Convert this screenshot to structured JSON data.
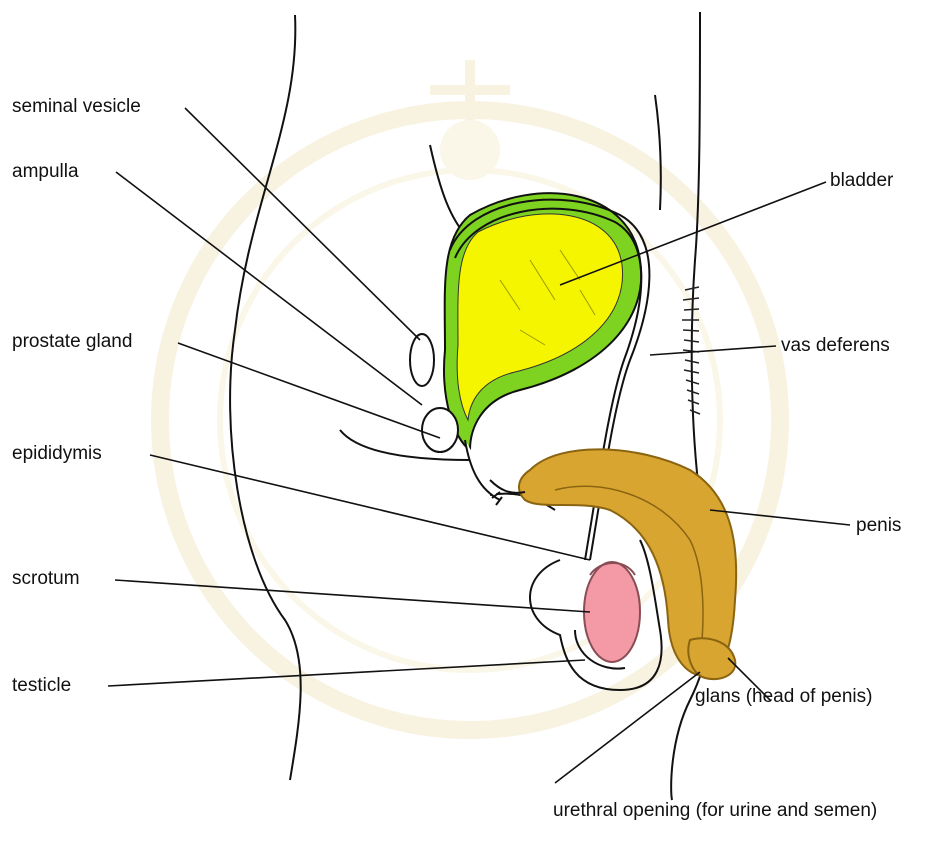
{
  "labels": {
    "seminal_vesicle": "seminal vesicle",
    "ampulla": "ampulla",
    "prostate_gland": "prostate gland",
    "epididymis": "epididymis",
    "scrotum": "scrotum",
    "testicle": "testicle",
    "bladder": "bladder",
    "vas_deferens": "vas deferens",
    "penis": "penis",
    "glans": "glans (head of penis)",
    "urethral_opening": "urethral opening (for urine and semen)"
  },
  "colors": {
    "bladder_fill": "#f5f500",
    "bladder_wall": "#7ed321",
    "penis_fill": "#d9a531",
    "testicle_fill": "#f49aa6",
    "line": "#111111",
    "watermark": "#f3e9c9"
  }
}
